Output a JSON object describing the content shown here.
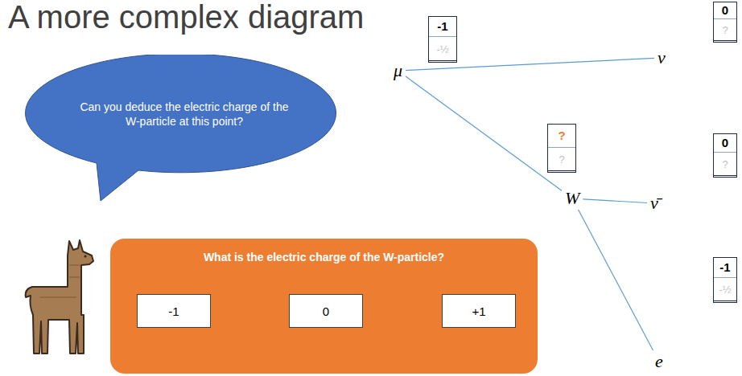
{
  "diagram": {
    "title": "A more complex diagram",
    "nodes": [
      {
        "text": [
          "Can you deduce the electric charge of the W-particle at this point?"
        ]
      },
      {
        "text": [
          "What is the electric charge of the W-particle?"
        ]
      },
      {
        "text": [
          "-1"
        ],
        "in": 1
      },
      {
        "text": [
          "0"
        ],
        "in": 1
      },
      {
        "text": [
          "+1"
        ],
        "in": 1
      },
      {
        "text": [
          "-1",
          "-½"
        ]
      },
      {
        "text": [
          "μ"
        ]
      },
      {
        "text": [
          "0",
          "?"
        ]
      },
      {
        "text": [
          "ν"
        ]
      },
      {
        "text": [
          "?",
          "?"
        ]
      },
      {
        "text": [
          "W"
        ]
      },
      {
        "text": [
          "0",
          "?"
        ]
      },
      {
        "text": [
          "ν̄"
        ]
      },
      {
        "text": [
          "-1",
          "-½"
        ]
      },
      {
        "text": [
          "e"
        ]
      }
    ],
    "edges": [
      {
        "from": 6,
        "to": 8,
        "arrow": "none"
      },
      {
        "from": 6,
        "to": 10,
        "arrow": "none"
      },
      {
        "from": 10,
        "to": 12,
        "arrow": "none"
      },
      {
        "from": 10,
        "to": 14,
        "arrow": "none"
      }
    ]
  }
}
